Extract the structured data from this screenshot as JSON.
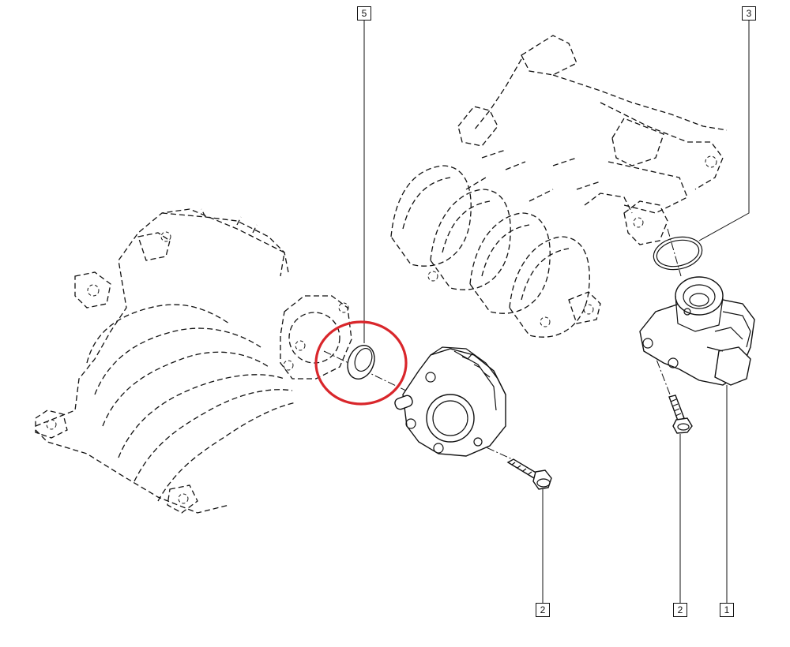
{
  "callouts": [
    {
      "id": "c5",
      "label": "5"
    },
    {
      "id": "c3",
      "label": "3"
    },
    {
      "id": "c2a",
      "label": "2"
    },
    {
      "id": "c2b",
      "label": "2"
    },
    {
      "id": "c1",
      "label": "1"
    }
  ],
  "highlight_color": "#d9262b"
}
